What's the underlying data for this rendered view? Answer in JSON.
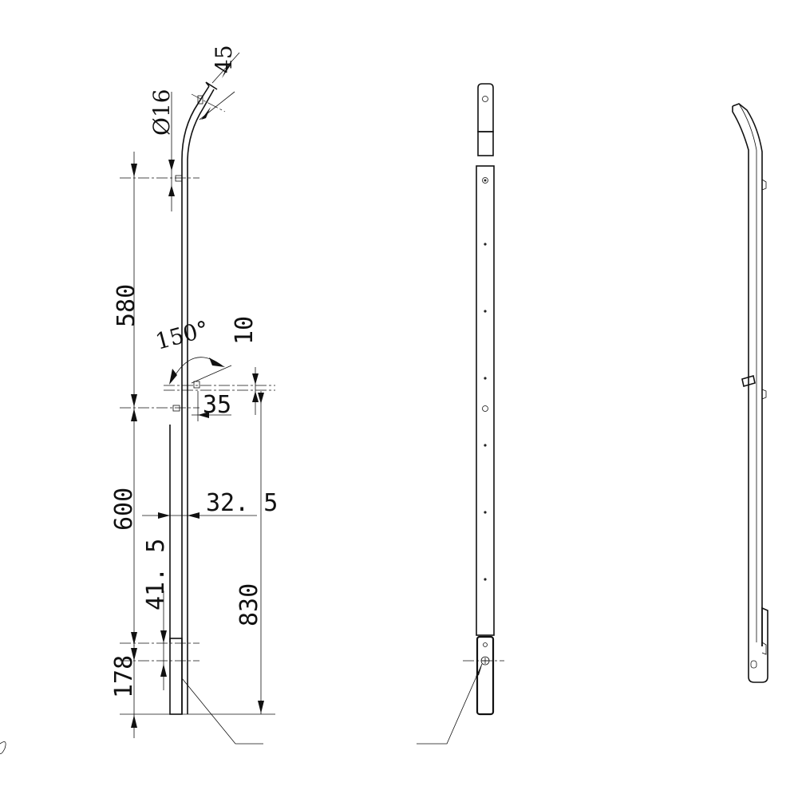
{
  "dimensions": {
    "angle_top": "45",
    "diameter": "Ø16",
    "upper_length": "580",
    "bend_angle": "150°",
    "offset_small": "10",
    "bracket_width": "35",
    "lower_length": "600",
    "bar_offset": "32. 5",
    "bar_length": "41. 5",
    "total_height": "830",
    "foot_height": "178"
  },
  "colors": {
    "line": "#111111",
    "background": "#ffffff"
  }
}
